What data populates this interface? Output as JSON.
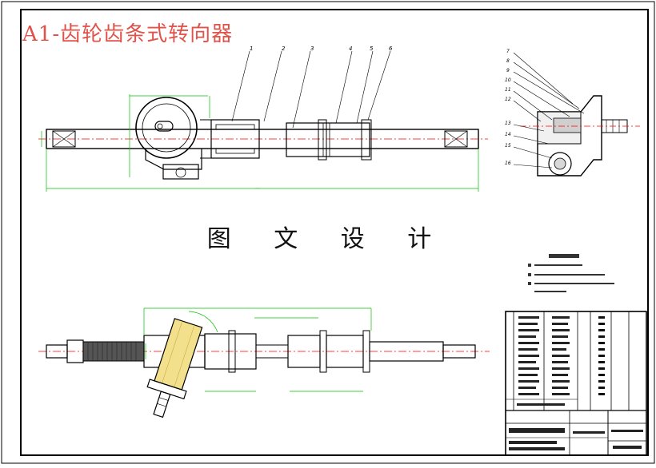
{
  "drawing": {
    "title": "A1-齿轮齿条式转向器",
    "center_caption": "图 文 设 计"
  },
  "part_labels": [
    "1",
    "2",
    "3",
    "4",
    "5",
    "6"
  ],
  "side_part_labels": [
    "7",
    "8",
    "9",
    "10",
    "11",
    "12",
    "13",
    "14",
    "15",
    "16"
  ],
  "colors": {
    "border": "#000000",
    "outline": "#000000",
    "dimension": "#00c000",
    "centerline": "#ff0000",
    "highlight": "#f3e08c",
    "title": "#e0534a"
  }
}
